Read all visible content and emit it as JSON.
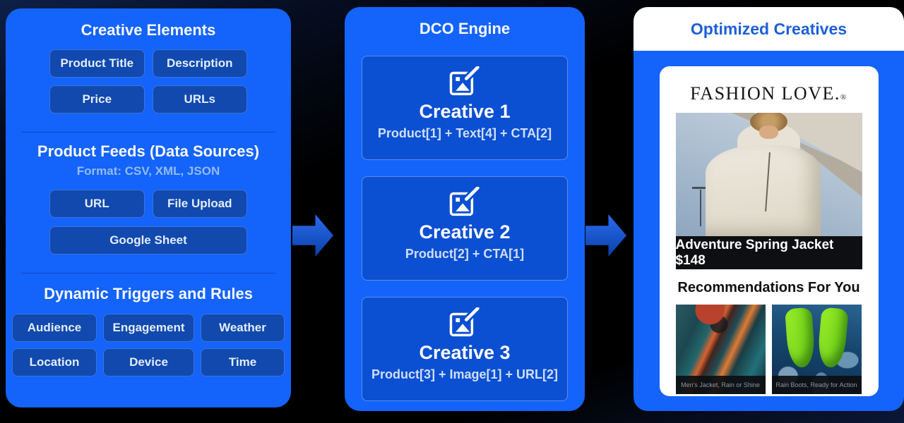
{
  "left_panel": {
    "title": "Creative Elements",
    "element_buttons": [
      "Product Title",
      "Description",
      "Price",
      "URLs"
    ],
    "feeds": {
      "title": "Product Feeds (Data Sources)",
      "subtitle": "Format: CSV, XML, JSON",
      "buttons": [
        "URL",
        "File Upload"
      ],
      "wide_button": "Google Sheet"
    },
    "triggers": {
      "title": "Dynamic Triggers and Rules",
      "buttons": [
        "Audience",
        "Engagement",
        "Weather",
        "Location",
        "Device",
        "Time"
      ]
    }
  },
  "engine_panel": {
    "title": "DCO Engine",
    "cards": [
      {
        "name": "Creative 1",
        "formula": "Product[1] + Text[4] + CTA[2]"
      },
      {
        "name": "Creative 2",
        "formula": "Product[2] + CTA[1]"
      },
      {
        "name": "Creative 3",
        "formula": "Product[3] + Image[1] + URL[2]"
      }
    ]
  },
  "output_panel": {
    "title": "Optimized Creatives",
    "ad": {
      "brand": "FASHION LOVE.",
      "brand_mark": "®",
      "product_banner": "Adventure Spring Jacket $148",
      "recommendations_title": "Recommendations For You",
      "recommendations": [
        {
          "caption": "Men's Jacket, Rain or Shine"
        },
        {
          "caption": "Rain Boots, Ready for Action"
        }
      ]
    }
  },
  "icons": {
    "creative_card_icon": "image-edit-icon"
  },
  "colors": {
    "panel_blue": "#1463fa",
    "chip_blue": "#1149ae",
    "card_blue": "#0b4fd2",
    "subtitle_blue": "#93bbf8",
    "header_text_blue": "#1d5fd8",
    "banner_black": "#0d0f12"
  }
}
